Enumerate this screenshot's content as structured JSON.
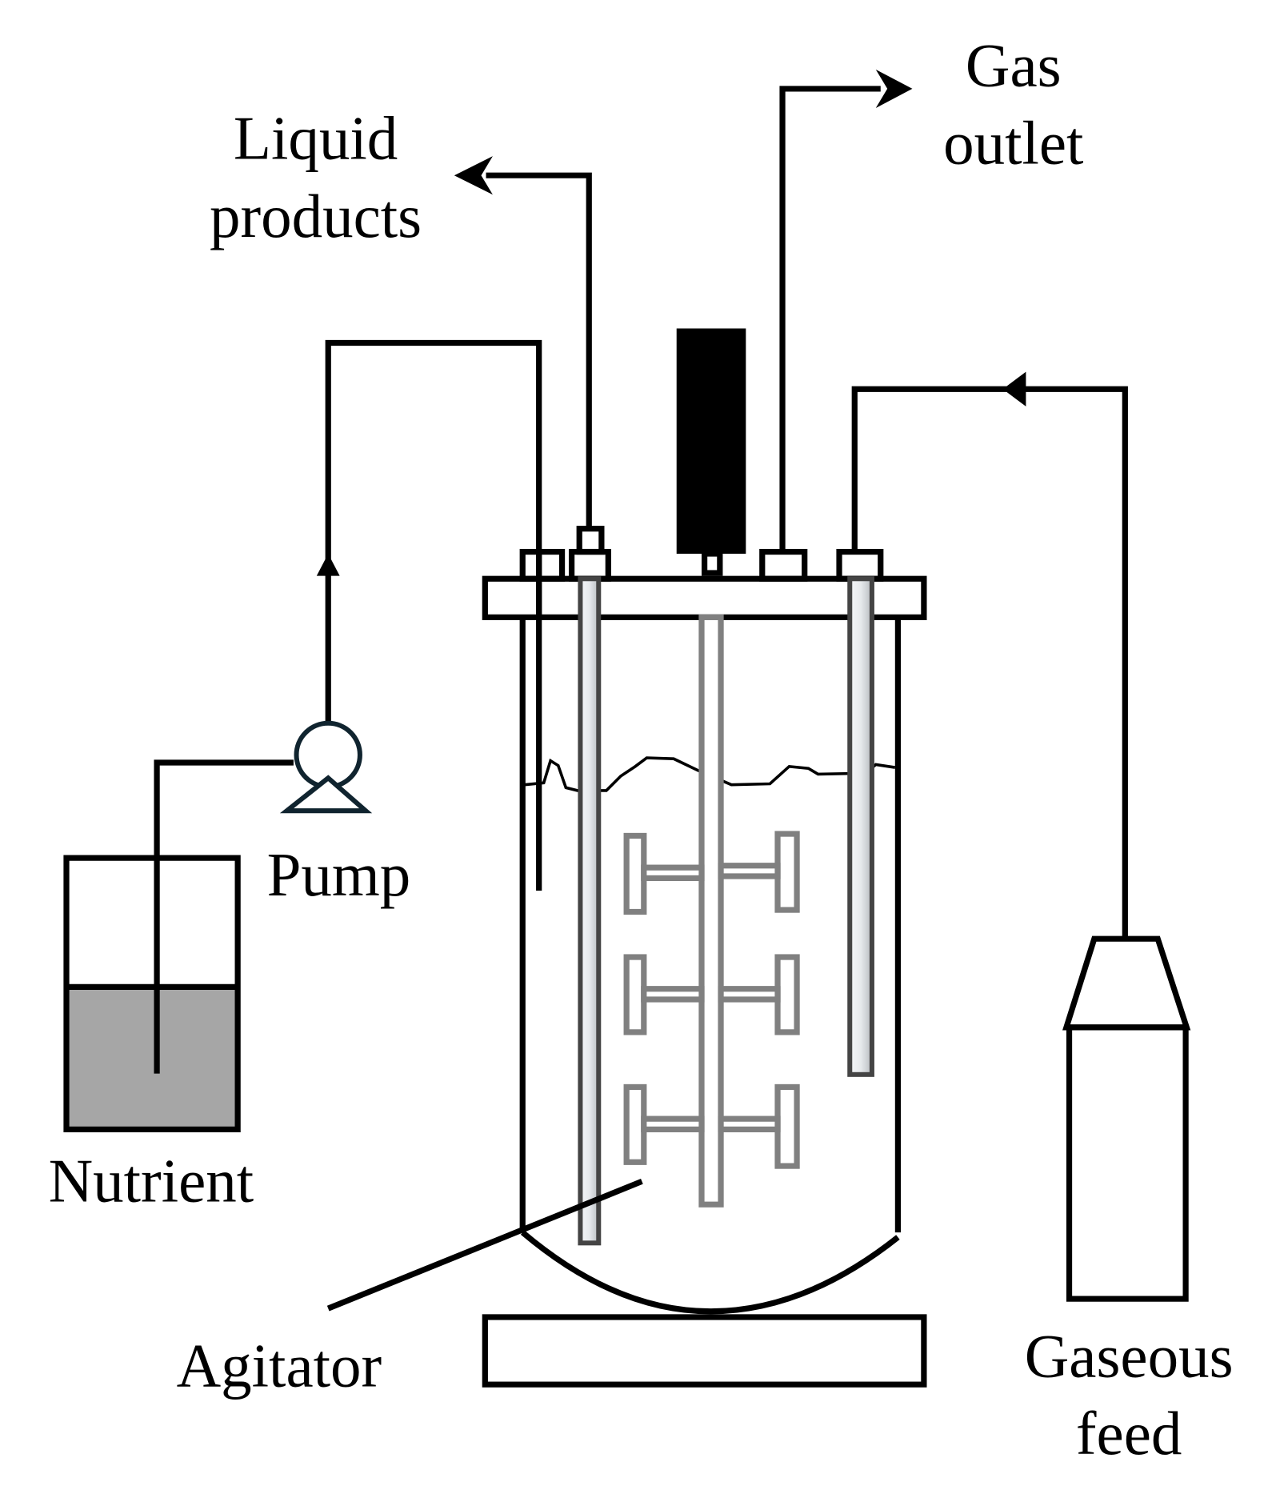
{
  "diagram": {
    "title": "Continuous stirred-tank bioreactor setup",
    "labels": {
      "liquid_products": [
        "Liquid",
        "products"
      ],
      "gas_outlet": [
        "Gas",
        "outlet"
      ],
      "pump": "Pump",
      "nutrient": "Nutrient",
      "agitator": "Agitator",
      "gaseous_feed": [
        "Gaseous",
        "feed"
      ]
    },
    "colors": {
      "line": "#000000",
      "agitator": "#808080",
      "nutrient_liquid": "#a6a6a6",
      "pump": "#10242f",
      "motor": "#000000"
    }
  }
}
